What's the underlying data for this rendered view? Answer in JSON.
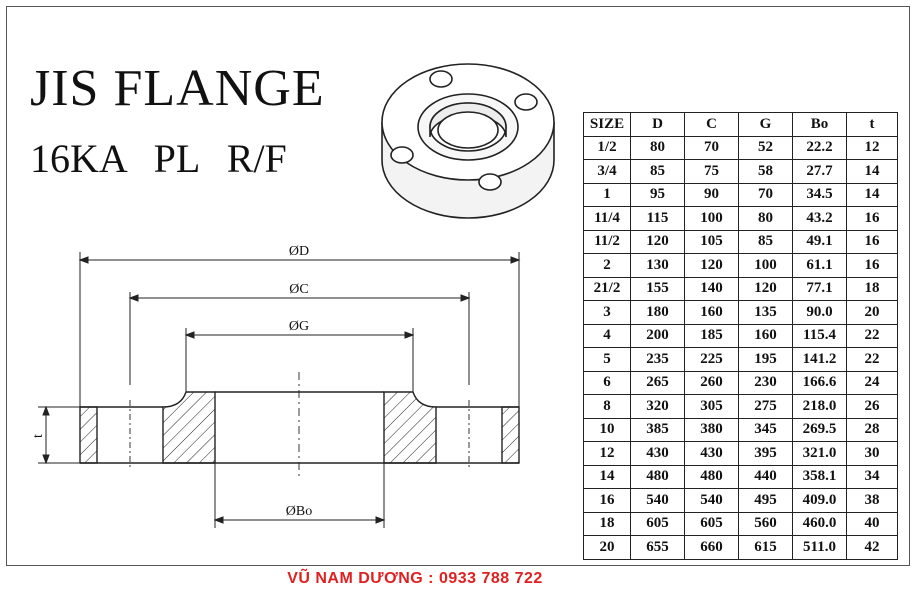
{
  "title": "JIS FLANGE",
  "subtitle": "16KA  PL  R/F",
  "drawing": {
    "dim_D": "ØD",
    "dim_C": "ØC",
    "dim_G": "ØG",
    "dim_Bo": "ØBo",
    "dim_t": "t"
  },
  "table": {
    "headers": [
      "SIZE",
      "D",
      "C",
      "G",
      "Bo",
      "t"
    ],
    "rows": [
      [
        "1/2",
        "80",
        "70",
        "52",
        "22.2",
        "12"
      ],
      [
        "3/4",
        "85",
        "75",
        "58",
        "27.7",
        "14"
      ],
      [
        "1",
        "95",
        "90",
        "70",
        "34.5",
        "14"
      ],
      [
        "11/4",
        "115",
        "100",
        "80",
        "43.2",
        "16"
      ],
      [
        "11/2",
        "120",
        "105",
        "85",
        "49.1",
        "16"
      ],
      [
        "2",
        "130",
        "120",
        "100",
        "61.1",
        "16"
      ],
      [
        "21/2",
        "155",
        "140",
        "120",
        "77.1",
        "18"
      ],
      [
        "3",
        "180",
        "160",
        "135",
        "90.0",
        "20"
      ],
      [
        "4",
        "200",
        "185",
        "160",
        "115.4",
        "22"
      ],
      [
        "5",
        "235",
        "225",
        "195",
        "141.2",
        "22"
      ],
      [
        "6",
        "265",
        "260",
        "230",
        "166.6",
        "24"
      ],
      [
        "8",
        "320",
        "305",
        "275",
        "218.0",
        "26"
      ],
      [
        "10",
        "385",
        "380",
        "345",
        "269.5",
        "28"
      ],
      [
        "12",
        "430",
        "430",
        "395",
        "321.0",
        "30"
      ],
      [
        "14",
        "480",
        "480",
        "440",
        "358.1",
        "34"
      ],
      [
        "16",
        "540",
        "540",
        "495",
        "409.0",
        "38"
      ],
      [
        "18",
        "605",
        "605",
        "560",
        "460.0",
        "40"
      ],
      [
        "20",
        "655",
        "660",
        "615",
        "511.0",
        "42"
      ]
    ]
  },
  "contact": "VŨ NAM DƯƠNG : 0933 788 722"
}
